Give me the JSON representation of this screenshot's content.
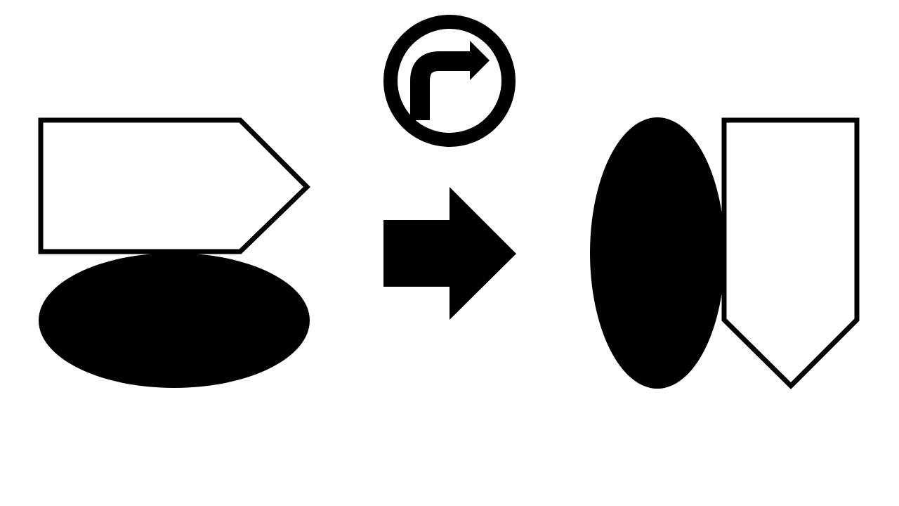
{
  "diagram": {
    "description_free": true,
    "background_color": "#ffffff",
    "ink_color": "#000000",
    "elements": [
      {
        "kind": "pentagon-pointing-right",
        "fill": "outline",
        "group": "before"
      },
      {
        "kind": "ellipse-horizontal",
        "fill": "solid",
        "group": "before"
      },
      {
        "kind": "rotate-right-icon",
        "fill": "outline",
        "group": "transform"
      },
      {
        "kind": "block-arrow-right",
        "fill": "solid",
        "group": "transform"
      },
      {
        "kind": "ellipse-vertical",
        "fill": "solid",
        "group": "after"
      },
      {
        "kind": "pentagon-pointing-down",
        "fill": "outline",
        "group": "after"
      }
    ]
  }
}
